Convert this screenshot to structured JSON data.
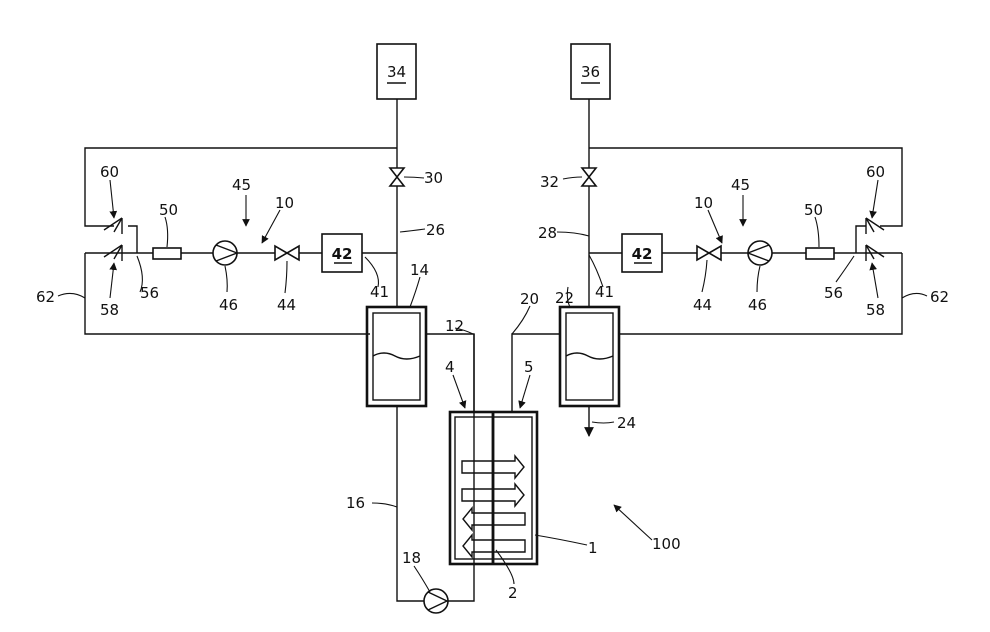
{
  "labels": {
    "n1": "1",
    "n2": "2",
    "n4": "4",
    "n5": "5",
    "n10": "10",
    "n12": "12",
    "n14": "14",
    "n16": "16",
    "n18": "18",
    "n20": "20",
    "n22": "22",
    "n24": "24",
    "n26": "26",
    "n28": "28",
    "n30": "30",
    "n32": "32",
    "n34": "34",
    "n36": "36",
    "n41": "41",
    "n42": "42",
    "n44": "44",
    "n45": "45",
    "n46": "46",
    "n50": "50",
    "n56": "56",
    "n58": "58",
    "n60": "60",
    "n62": "62",
    "n100": "100"
  }
}
